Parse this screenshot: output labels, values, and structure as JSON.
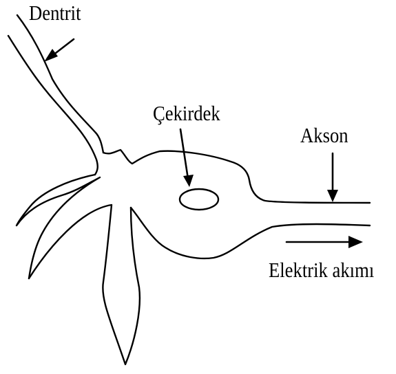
{
  "labels": {
    "dendrite": "Dentrit",
    "nucleus": "Çekirdek",
    "axon": "Akson",
    "current": "Elektrik akımı"
  },
  "colors": {
    "background": "#ffffff",
    "stroke": "#000000"
  }
}
